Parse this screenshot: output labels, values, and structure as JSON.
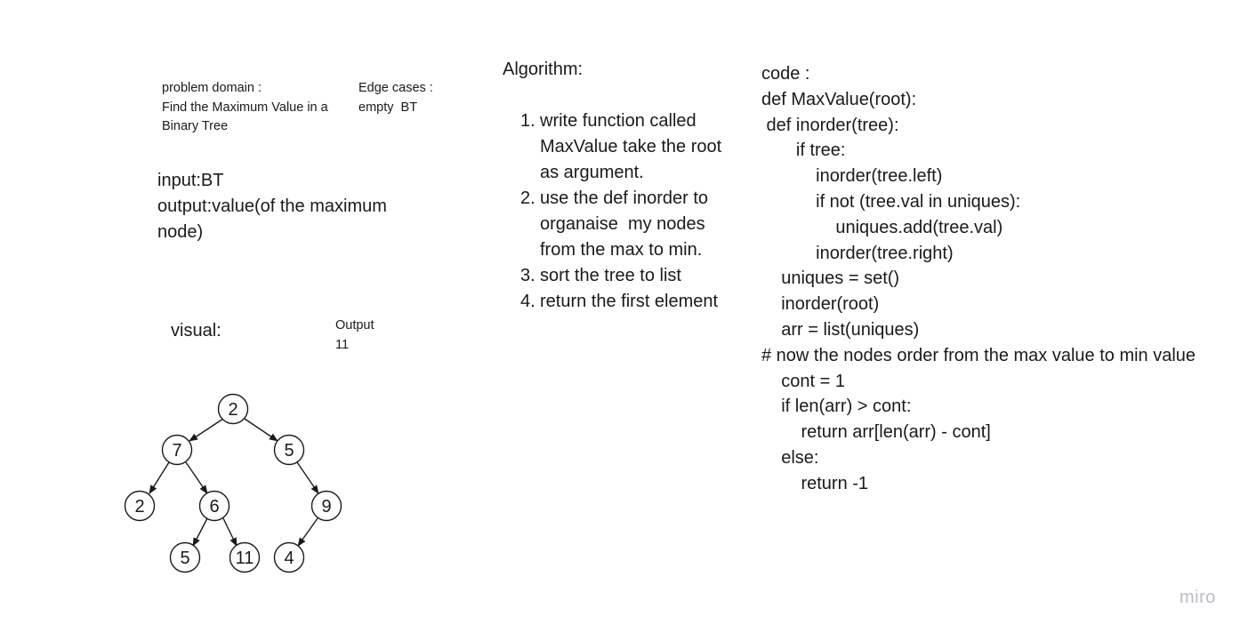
{
  "problem": {
    "label": "problem domain :",
    "lines": [
      "Find the Maximum Value in a",
      "Binary Tree"
    ]
  },
  "edge": {
    "label": "Edge cases :",
    "value": "empty  BT"
  },
  "io": {
    "input": "input:BT",
    "output_lines": [
      "output:value(of the maximum",
      "node)"
    ]
  },
  "visual": {
    "label": "visual:",
    "output_label": "Output",
    "output_value": "11"
  },
  "tree": {
    "nodes": [
      {
        "id": "n2a",
        "value": "2"
      },
      {
        "id": "n7",
        "value": "7"
      },
      {
        "id": "n5a",
        "value": "5"
      },
      {
        "id": "n2b",
        "value": "2"
      },
      {
        "id": "n6",
        "value": "6"
      },
      {
        "id": "n9",
        "value": "9"
      },
      {
        "id": "n5b",
        "value": "5"
      },
      {
        "id": "n11",
        "value": "11"
      },
      {
        "id": "n4",
        "value": "4"
      }
    ]
  },
  "algorithm": {
    "title": "Algorithm:",
    "steps": [
      {
        "num": "1.",
        "lines": [
          "write function called",
          "MaxValue take the root",
          "as argument."
        ]
      },
      {
        "num": "2.",
        "lines": [
          "use the def inorder to",
          "organaise  my nodes",
          "from the max to min."
        ]
      },
      {
        "num": "3.",
        "lines": [
          "sort the tree to list"
        ]
      },
      {
        "num": "4.",
        "lines": [
          "return the first element"
        ]
      }
    ]
  },
  "code": {
    "lines": [
      "code :",
      "def MaxValue(root):",
      "",
      " def inorder(tree):",
      "       if tree:",
      "           inorder(tree.left)",
      "           if not (tree.val in uniques):",
      "               uniques.add(tree.val)",
      "           inorder(tree.right)",
      "",
      "    uniques = set()",
      "    inorder(root)",
      "    arr = list(uniques)",
      "# now the nodes order from the max value to min value",
      "    cont = 1",
      "",
      "    if len(arr) > cont:",
      "        return arr[len(arr) - cont]",
      "    else:",
      "        return -1"
    ]
  },
  "brand": {
    "logo_text": "miro"
  }
}
